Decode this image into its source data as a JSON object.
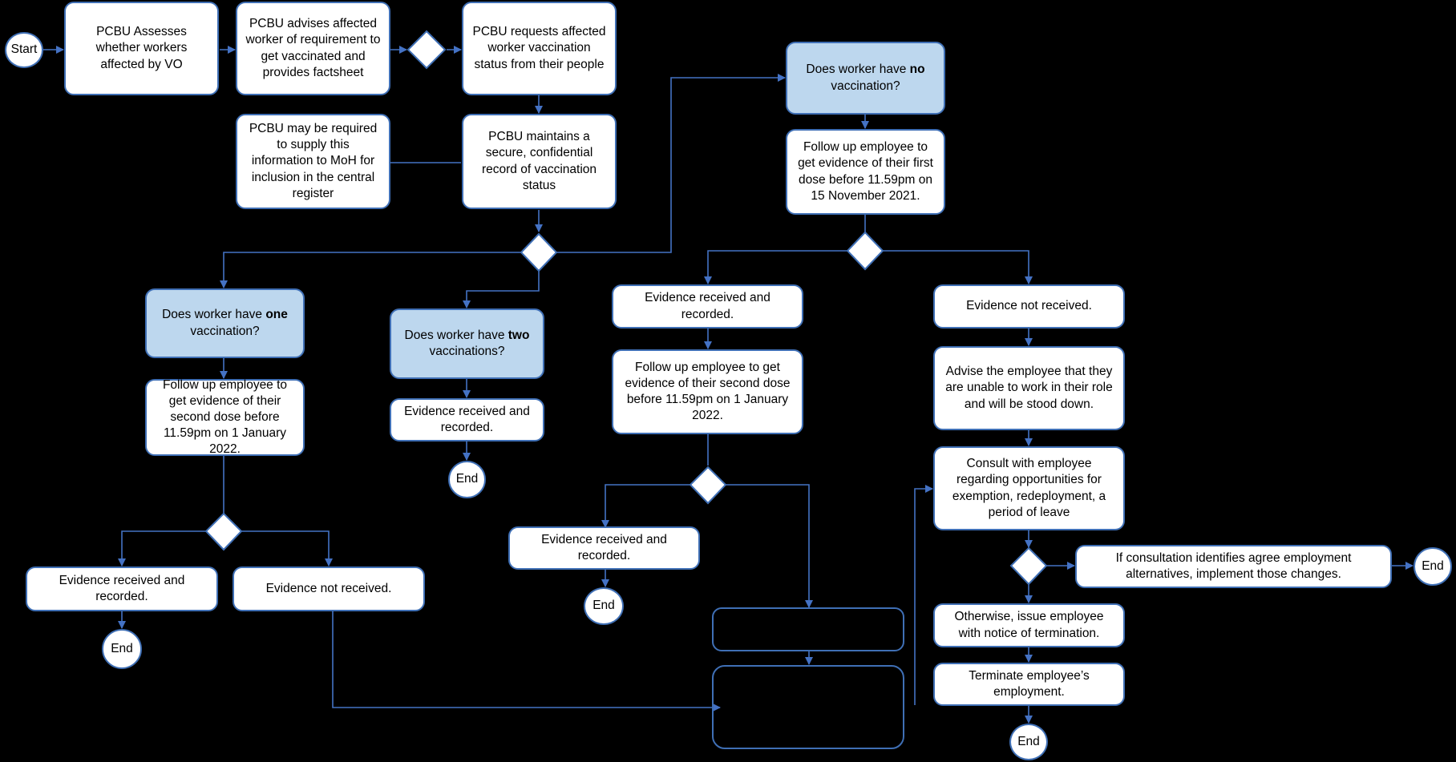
{
  "diagram": {
    "start": "Start",
    "assess": "PCBU Assesses whether workers affected by VO",
    "advise": "PCBU advises affected worker of requirement to get vaccinated and provides factsheet",
    "request": "PCBU requests affected worker vaccination status from their people",
    "supply": "PCBU may be required to supply this information to MoH for inclusion in the central register",
    "maintain": "PCBU maintains a secure, confidential record of vaccination status",
    "q_none_pre": "Does worker have ",
    "q_none_bold": "no",
    "q_none_post": " vaccination?",
    "q_one_pre": "Does worker have ",
    "q_one_bold": "one",
    "q_one_post": " vaccination?",
    "q_two_pre": "Does worker have ",
    "q_two_bold": "two",
    "q_two_post": " vaccinations?",
    "followup_first": "Follow up employee to get evidence of their first dose before 11.59pm on 15 November 2021.",
    "followup_second_left": "Follow up employee to get evidence of their second dose before 11.59pm on 1 January 2022.",
    "followup_second_mid": "Follow up employee to get evidence of their second dose before 11.59pm on 1 January 2022.",
    "evidence_received": "Evidence received and recorded.",
    "evidence_not_received": "Evidence not received.",
    "advise_stood_down": "Advise the employee that they are unable to work in their role and will be stood down.",
    "consult": "Consult with employee regarding opportunities for exemption, redeployment, a period of leave",
    "agree_alternatives": "If consultation identifies agree employment alternatives, implement those changes.",
    "notice_termination": "Otherwise, issue employee with notice of termination.",
    "terminate": "Terminate employee’s employment.",
    "end": "End"
  },
  "colors": {
    "line": "#4472c4",
    "border": "#3f6fb5",
    "question_fill": "#bdd7ee",
    "box_fill": "#ffffff",
    "background": "#000000"
  }
}
